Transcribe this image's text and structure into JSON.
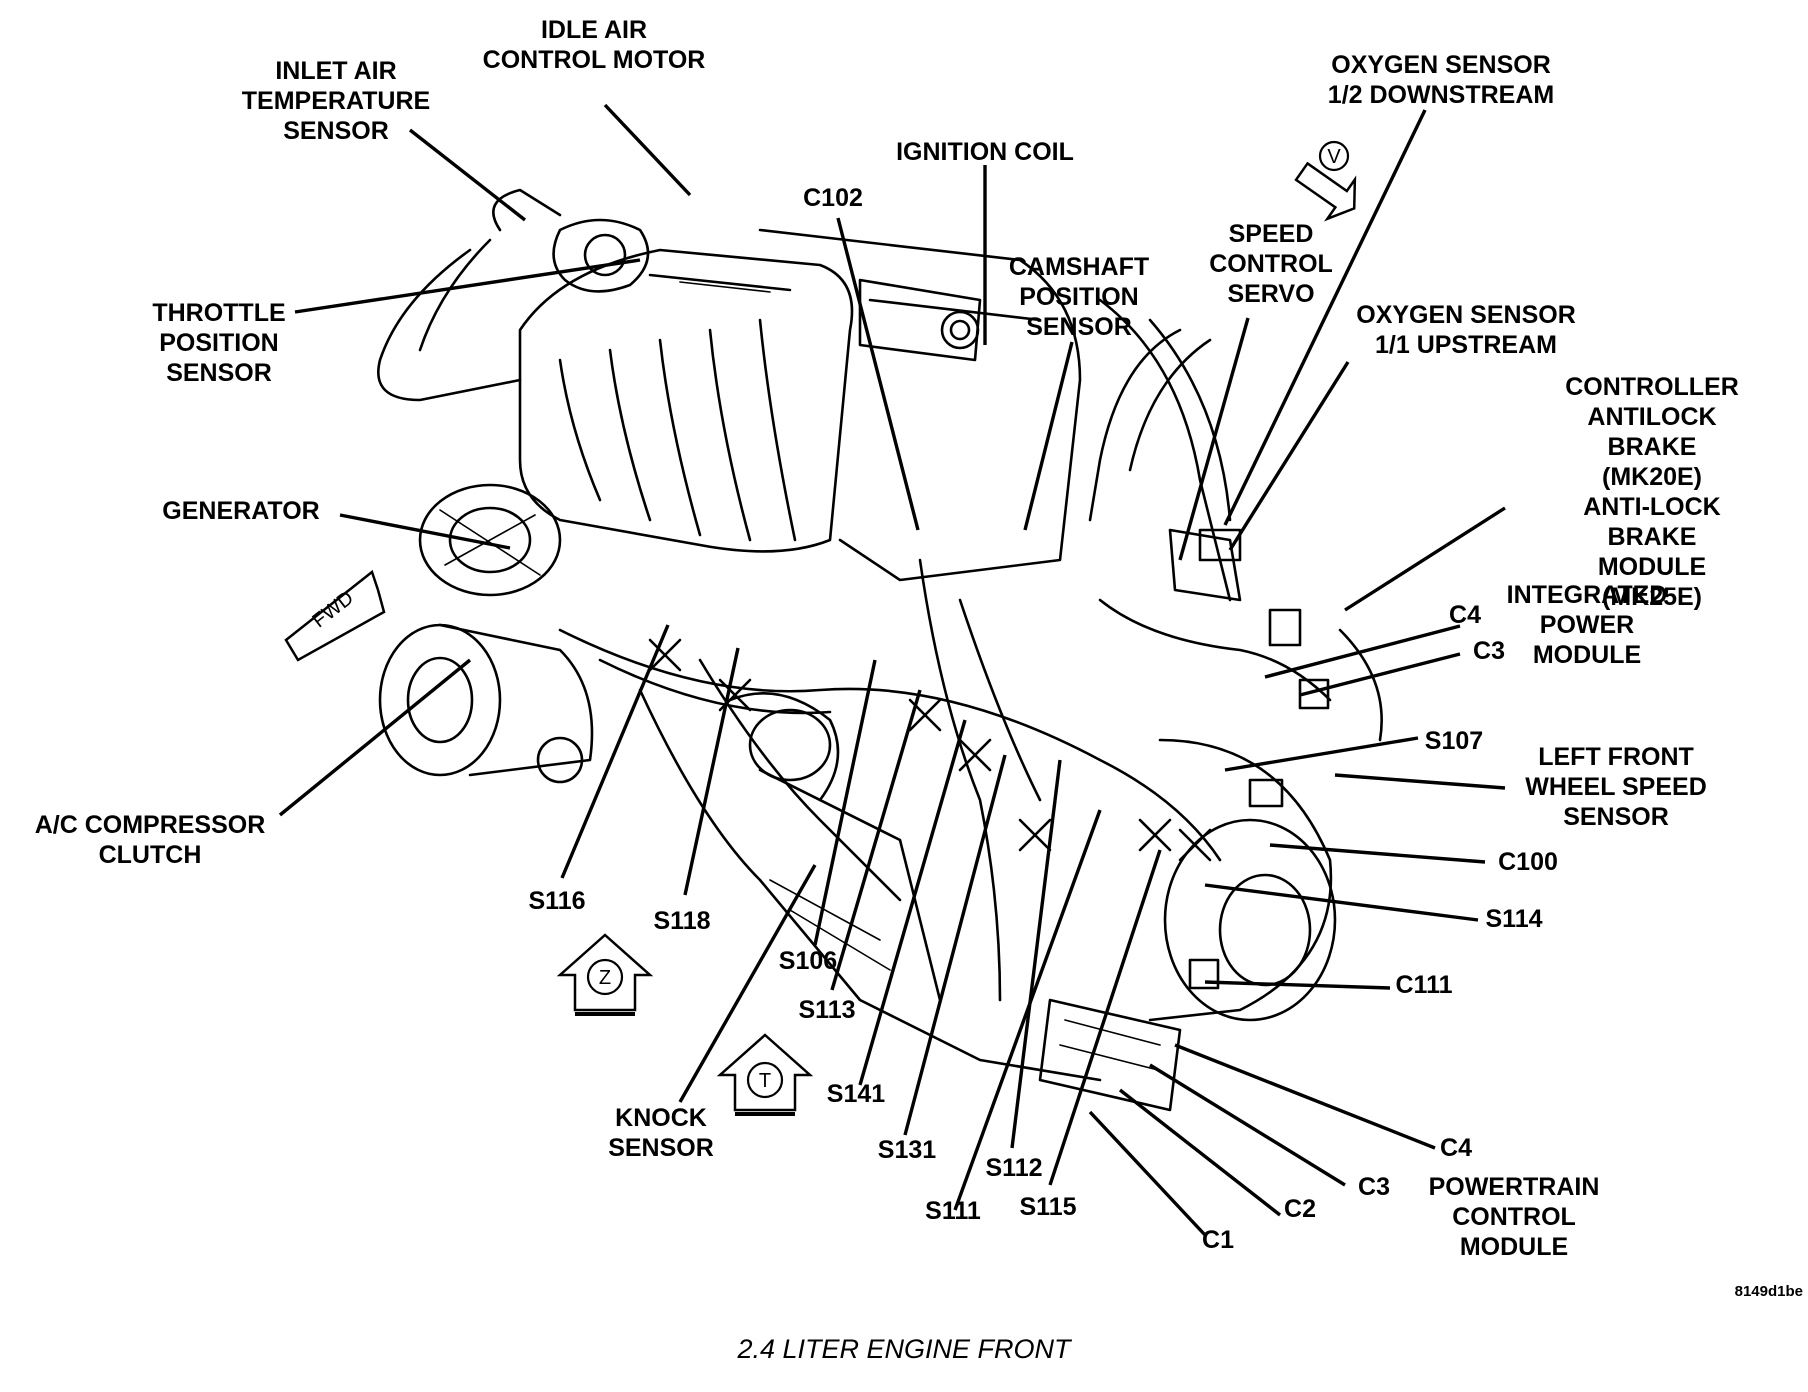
{
  "caption": "2.4 LITER ENGINE FRONT",
  "figure_id": "8149d1be",
  "direction_markers": {
    "fwd": "FWD",
    "v": "V",
    "z": "Z",
    "t": "T"
  },
  "labels": {
    "idle_air_control_motor": "IDLE AIR\nCONTROL MOTOR",
    "inlet_air_temperature_sensor": "INLET AIR\nTEMPERATURE\nSENSOR",
    "throttle_position_sensor": "THROTTLE\nPOSITION\nSENSOR",
    "generator": "GENERATOR",
    "ac_compressor_clutch": "A/C COMPRESSOR\nCLUTCH",
    "ignition_coil": "IGNITION COIL",
    "c102": "C102",
    "camshaft_position_sensor": "CAMSHAFT\nPOSITION\nSENSOR",
    "speed_control_servo": "SPEED\nCONTROL\nSERVO",
    "oxygen_sensor_downstream": "OXYGEN SENSOR\n1/2 DOWNSTREAM",
    "oxygen_sensor_upstream": "OXYGEN SENSOR\n1/1 UPSTREAM",
    "controller_antilock_brake": "CONTROLLER\nANTILOCK\nBRAKE (MK20E)\nANTI-LOCK\nBRAKE MODULE\n(MK25E)",
    "integrated_power_module": "INTEGRATED\nPOWER\nMODULE",
    "c4_upper": "C4",
    "c3_upper": "C3",
    "s107": "S107",
    "left_front_wheel_speed_sensor": "LEFT FRONT\nWHEEL SPEED\nSENSOR",
    "c100": "C100",
    "s114": "S114",
    "c111": "C111",
    "c4_lower": "C4",
    "c3_lower": "C3",
    "powertrain_control_module": "POWERTRAIN\nCONTROL\nMODULE",
    "c2": "C2",
    "c1": "C1",
    "s115": "S115",
    "s111": "S111",
    "s112": "S112",
    "s131": "S131",
    "s141": "S141",
    "s113": "S113",
    "s106": "S106",
    "knock_sensor": "KNOCK\nSENSOR",
    "s118": "S118",
    "s116": "S116"
  }
}
